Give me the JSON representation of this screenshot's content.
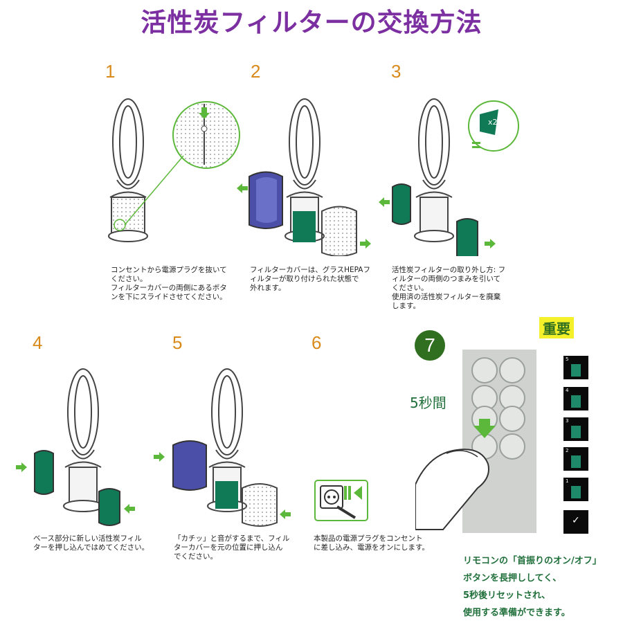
{
  "title": "活性炭フィルターの交換方法",
  "steps": [
    {
      "num": "1",
      "caption": "コンセントから電源プラグを抜いて\nください。\nフィルターカバーの両側にあるボタ\nンを下にスライドさせてください。"
    },
    {
      "num": "2",
      "caption": "フィルターカバーは、グラスHEPAフ\nィルターが取り付けられた状態で\n外れます。"
    },
    {
      "num": "3",
      "caption": "活性炭フィルターの取り外し方: フ\nィルターの両側のつまみを引いて\nください。\n使用済の活性炭フィルターを廃棄\nします。"
    },
    {
      "num": "4",
      "caption": "ベース部分に新しい活性炭フィル\nターを押し込んではめてください。"
    },
    {
      "num": "5",
      "caption": "「カチッ」と音がするまで、フィル\nターカバーを元の位置に押し込ん\nでください。"
    },
    {
      "num": "6",
      "caption": "本製品の電源プラグをコンセント\nに差し込み、電源をオンにします。"
    }
  ],
  "step7": {
    "num": "7",
    "seconds_label": "5秒間",
    "important_label": "重要",
    "badge_x2": "x2",
    "countdown": [
      "5",
      "4",
      "3",
      "2",
      "1"
    ],
    "instructions": [
      "リモコンの「首振りのオン/オフ」",
      "ボタンを長押ししてく、",
      "5秒後リセットされ、",
      "使用する準備ができます。"
    ]
  },
  "colors": {
    "title": "#7b2fa0",
    "step_number": "#d98a1a",
    "accent_green": "#2f6f1f",
    "filter_green": "#0f7a55",
    "hepa_blue": "#4b4fa8",
    "arrow_green": "#5cb83a"
  }
}
